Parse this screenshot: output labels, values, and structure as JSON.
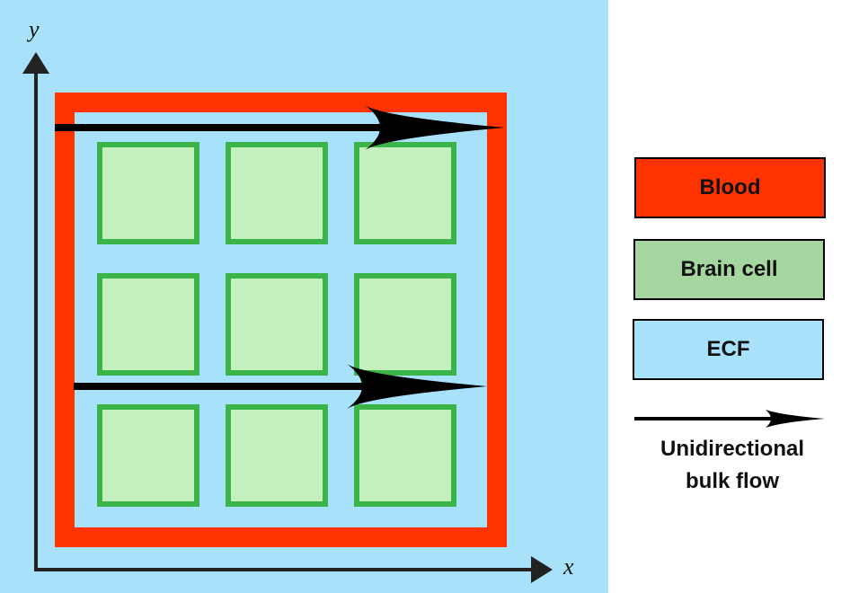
{
  "axes": {
    "x_label": "x",
    "y_label": "y"
  },
  "colors": {
    "ecf": "#a8e2fa",
    "blood": "#ff3300",
    "brain_cell_fill": "#c3f0bd",
    "brain_cell_border": "#3bb54a",
    "legend_brain_cell_fill": "#a5d69f",
    "flow_arrow": "#000000",
    "axis": "#222222"
  },
  "grid": {
    "rows": 3,
    "cols": 3,
    "cell_label": "Brain cell"
  },
  "flow_arrows": [
    {
      "name": "upper-flow-arrow",
      "direction": "positive-x"
    },
    {
      "name": "lower-flow-arrow",
      "direction": "positive-x"
    }
  ],
  "legend": {
    "items": [
      {
        "key": "blood",
        "label": "Blood"
      },
      {
        "key": "brain_cell",
        "label": "Brain cell"
      },
      {
        "key": "ecf",
        "label": "ECF"
      }
    ],
    "flow_label_line1": "Unidirectional",
    "flow_label_line2": "bulk flow"
  }
}
